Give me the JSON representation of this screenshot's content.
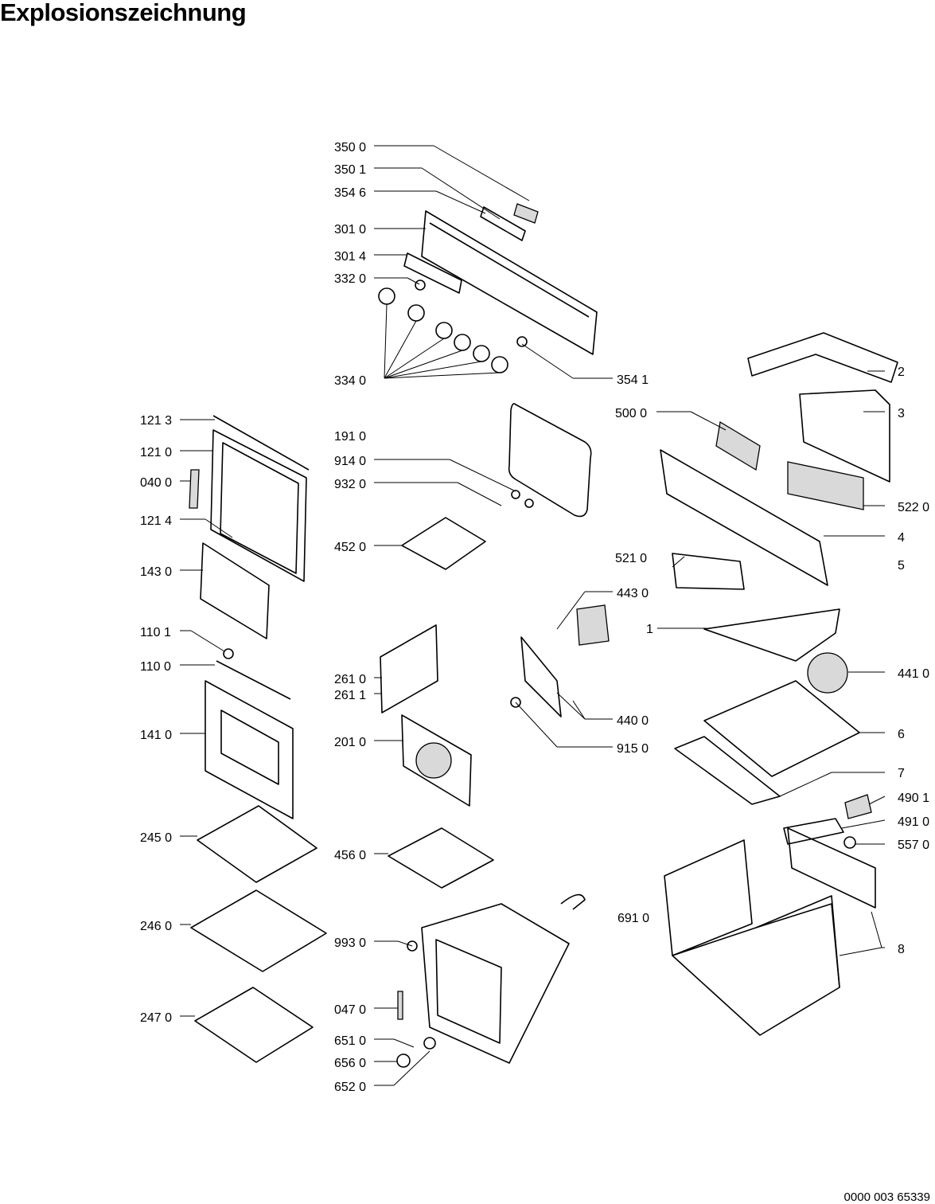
{
  "title": "Explosionszeichnung",
  "doc_number": "0000 003 65339",
  "callouts": [
    "350 0",
    "350 1",
    "354 6",
    "301 0",
    "301 4",
    "332 0",
    "334 0",
    "354 1",
    "121 3",
    "121 0",
    "040 0",
    "121 4",
    "143 0",
    "110 1",
    "110 0",
    "141 0",
    "245 0",
    "246 0",
    "247 0",
    "191 0",
    "914 0",
    "932 0",
    "452 0",
    "261 0",
    "261 1",
    "201 0",
    "456 0",
    "993 0",
    "047 0",
    "651 0",
    "656 0",
    "652 0",
    "500 0",
    "522 0",
    "521 0",
    "443 0",
    "440 0",
    "915 0",
    "441 0",
    "490 1",
    "491 0",
    "557 0",
    "691 0",
    "2",
    "3",
    "4",
    "5",
    "1",
    "6",
    "7",
    "8"
  ]
}
